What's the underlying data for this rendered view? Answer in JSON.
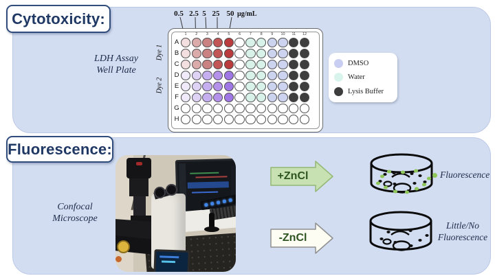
{
  "cytotoxicity": {
    "title": "Cytotoxicity:",
    "plate_caption_line1": "LDH Assay",
    "plate_caption_line2": "Well Plate",
    "concentration_labels": [
      "0.5",
      "2.5",
      "5",
      "25",
      "50"
    ],
    "concentration_unit": "µg/mL",
    "dye_labels": [
      "Dye 1",
      "Dye 2"
    ],
    "row_labels": [
      "A",
      "B",
      "C",
      "D",
      "E",
      "F",
      "G",
      "H"
    ],
    "col_labels": [
      "1",
      "2",
      "3",
      "4",
      "5",
      "6",
      "7",
      "8",
      "9",
      "10",
      "11",
      "12"
    ],
    "legend": [
      {
        "label": "DMSO",
        "color": "#c8cef1"
      },
      {
        "label": "Water",
        "color": "#d8f4ec"
      },
      {
        "label": "Lysis Buffer",
        "color": "#3d3d3d"
      }
    ],
    "plate_map": {
      "dye1_rows": [
        "A",
        "B",
        "C"
      ],
      "dye2_rows": [
        "D",
        "E",
        "F"
      ],
      "empty_rows": [
        "G",
        "H"
      ],
      "dose_columns": [
        "1",
        "2",
        "3",
        "4",
        "5"
      ],
      "dose_gradient_dye1": [
        "#f3dfdf",
        "#dbabab",
        "#c98181",
        "#c25555",
        "#ba3c3c"
      ],
      "dose_gradient_dye2": [
        "#f0eafa",
        "#ded2f5",
        "#c6aff0",
        "#b492ec",
        "#a078e6"
      ],
      "col6": "#ffffff",
      "cols7_8_water": "#d8f2ea",
      "cols9_10_dmso": "#ccd3ee",
      "cols11_12_lysis": "#3d3d3d",
      "empty": "#ffffff"
    }
  },
  "fluorescence": {
    "title": "Fluorescence:",
    "microscope_caption_line1": "Confocal",
    "microscope_caption_line2": "Microscope",
    "arrow_plus": {
      "label": "+ZnCl",
      "fill": "#c7e1b3",
      "border": "#92b874",
      "text_color": "#2e5420"
    },
    "arrow_minus": {
      "label": "-ZnCl",
      "fill": "#fdfdf3",
      "border": "#8f8f8f",
      "text_color": "#2e5420"
    },
    "outcome_positive": {
      "label": "Fluorescence",
      "dot_color": "#8fc65a"
    },
    "outcome_negative_line1": "Little/No",
    "outcome_negative_line2": "Fluorescence",
    "dish_outline_color": "#0b0b0b",
    "dish_dot_color": "#111111",
    "dish_green_dot_color": "#8fc65a"
  }
}
